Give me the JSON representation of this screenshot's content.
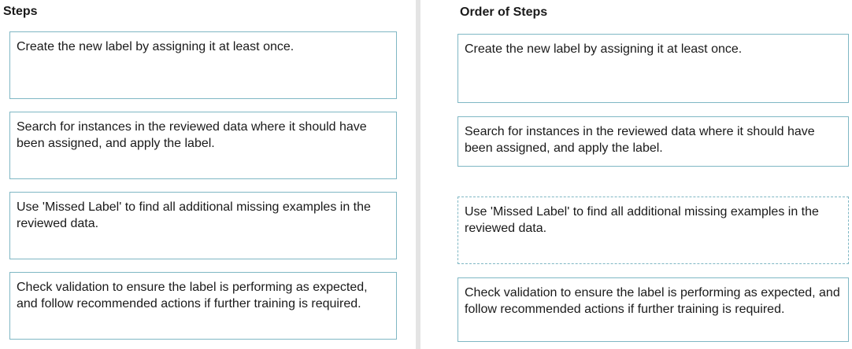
{
  "steps_panel": {
    "heading": "Steps",
    "items": [
      {
        "label": "Create the new label by assigning it at least once."
      },
      {
        "label": "Search for instances in the reviewed data where it should have been assigned, and apply the label."
      },
      {
        "label": "Use 'Missed Label' to find all additional missing examples in the reviewed data."
      },
      {
        "label": "Check validation to ensure the label is performing as expected, and follow recommended actions if further training is required."
      }
    ]
  },
  "order_panel": {
    "heading": "Order of Steps",
    "items": [
      {
        "label": "Create the new label by assigning it at least once."
      },
      {
        "label": "Search for instances in the reviewed data where it should have been assigned, and apply the label."
      },
      {
        "label": "Use 'Missed Label' to find all additional missing examples in the reviewed data."
      },
      {
        "label": "Check validation to ensure the label is performing as expected, and follow recommended actions if further training is required."
      }
    ]
  },
  "colors": {
    "card_border": "#7fb7c4",
    "divider": "#e4e4e4",
    "text": "#1a1a1a"
  }
}
